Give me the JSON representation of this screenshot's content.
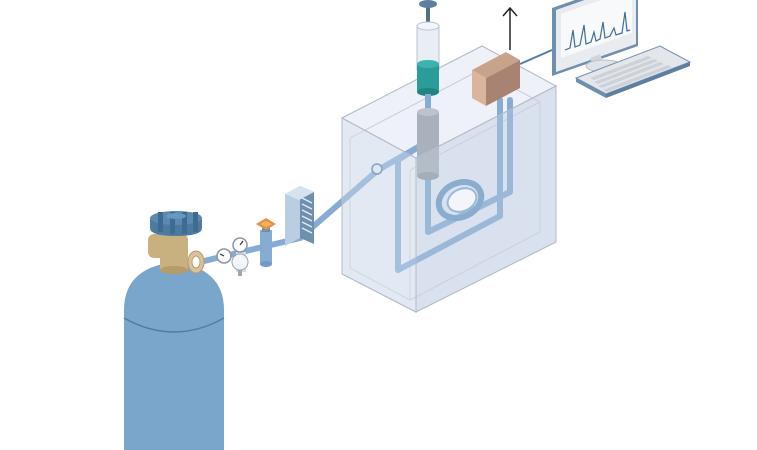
{
  "diagram": {
    "labels": [],
    "components": [
      {
        "id": "gas-cylinder",
        "name": "gas-cylinder-icon"
      },
      {
        "id": "cylinder-valve",
        "name": "cylinder-valve-icon"
      },
      {
        "id": "pressure-regulator",
        "name": "pressure-regulator-icon"
      },
      {
        "id": "shutoff-valve",
        "name": "shutoff-valve-icon"
      },
      {
        "id": "gas-filter",
        "name": "filter-icon"
      },
      {
        "id": "oven",
        "name": "oven-enclosure"
      },
      {
        "id": "injector-syringe",
        "name": "syringe-injector-icon"
      },
      {
        "id": "column-coil",
        "name": "column-coil-icon"
      },
      {
        "id": "detector",
        "name": "detector-box-icon"
      },
      {
        "id": "exhaust",
        "name": "exhaust-arrow-icon"
      },
      {
        "id": "computer",
        "name": "computer-monitor-icon"
      },
      {
        "id": "keyboard",
        "name": "keyboard-icon"
      }
    ],
    "colors": {
      "cylinder": "#7aa6cc",
      "cylinder_dark": "#4f7fa6",
      "valve_cap": "#4c7aa0",
      "brass": "#c9b07f",
      "tubing": "#86acd3",
      "oven_fill": "#dfe6f2",
      "oven_stroke": "#aeb7c8",
      "syringe_teal": "#2a9d9b",
      "syringe_gray": "#a9b1bc",
      "detector": "#b59583",
      "orange": "#e8903a",
      "monitor": "#e8ebef",
      "screen": "#f7f9fb",
      "chrom_line": "#3f6f96"
    }
  }
}
